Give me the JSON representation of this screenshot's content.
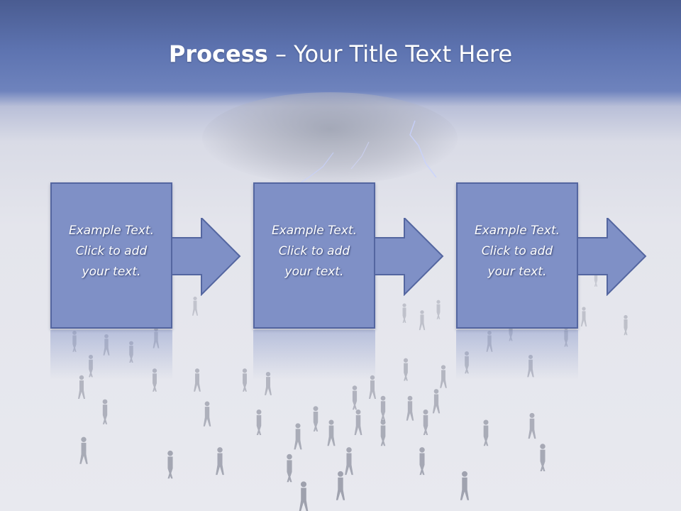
{
  "slide": {
    "title_bold": "Process",
    "title_rest": " – Your Title Text Here"
  },
  "steps": [
    {
      "line1": "Example Text.",
      "line2": "Click  to add",
      "line3": "your text."
    },
    {
      "line1": "Example Text.",
      "line2": "Click  to add",
      "line3": "your text."
    },
    {
      "line1": "Example Text.",
      "line2": "Click  to add",
      "line3": "your text."
    }
  ],
  "colors": {
    "header": "#5d73b0",
    "box_fill": "#7f90c6",
    "box_border": "#5466a0",
    "text": "#ffffff"
  },
  "icons": {
    "arrow": "right-arrow-icon",
    "background": "crowd-under-storm-cloud"
  }
}
